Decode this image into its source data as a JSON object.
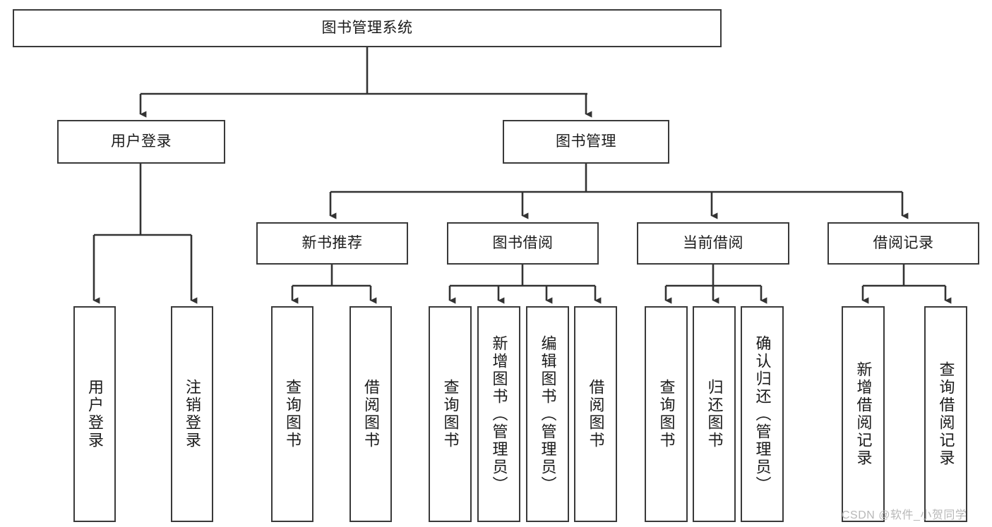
{
  "diagram": {
    "type": "tree-hierarchy",
    "title": "图书管理系统",
    "orientation": "top-down",
    "colors": {
      "box_border": "#3a3a3a",
      "box_fill": "#ffffff",
      "connector": "#333333",
      "text": "#1b1b1b",
      "watermark": "#b8b8b8"
    },
    "root": {
      "label": "图书管理系统",
      "children": [
        {
          "label": "用户登录",
          "children": [
            {
              "label": "用户登录"
            },
            {
              "label": "注销登录"
            }
          ]
        },
        {
          "label": "图书管理",
          "children": [
            {
              "label": "新书推荐",
              "children": [
                {
                  "label": "查询图书"
                },
                {
                  "label": "借阅图书"
                }
              ]
            },
            {
              "label": "图书借阅",
              "children": [
                {
                  "label": "查询图书"
                },
                {
                  "label": "新增图书（管理员）"
                },
                {
                  "label": "编辑图书（管理员）"
                },
                {
                  "label": "借阅图书"
                }
              ]
            },
            {
              "label": "当前借阅",
              "children": [
                {
                  "label": "查询图书"
                },
                {
                  "label": "归还图书"
                },
                {
                  "label": "确认归还（管理员）"
                }
              ]
            },
            {
              "label": "借阅记录",
              "children": [
                {
                  "label": "新增借阅记录"
                },
                {
                  "label": "查询借阅记录"
                }
              ]
            }
          ]
        }
      ]
    }
  },
  "watermark": {
    "text": "CSDN @软件_小贺同学"
  }
}
